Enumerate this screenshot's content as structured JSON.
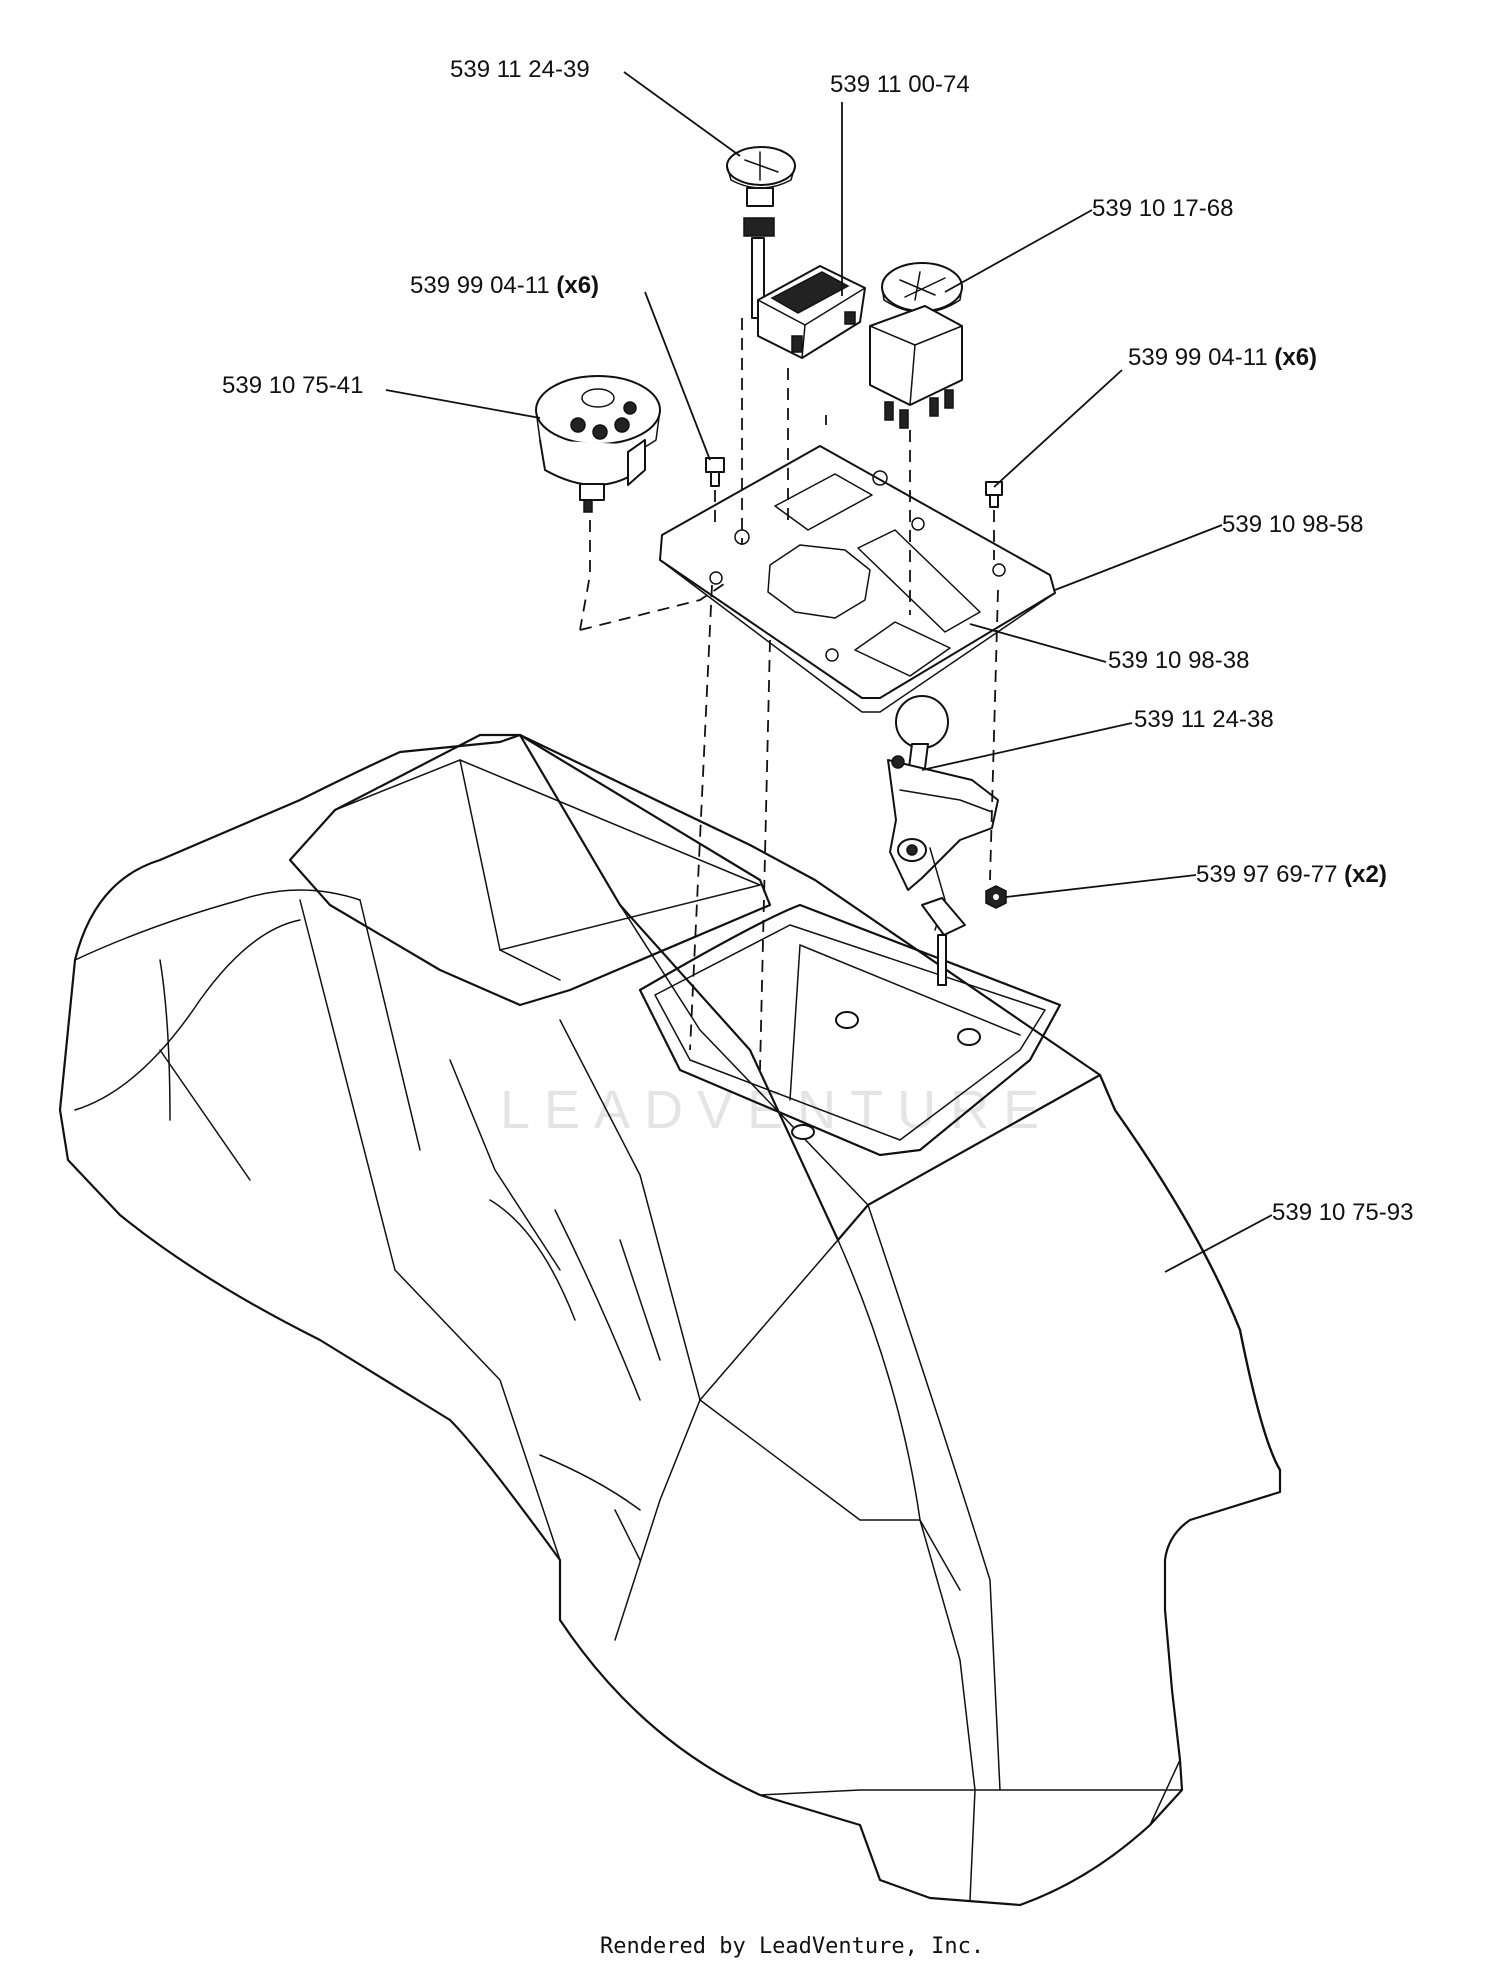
{
  "diagram": {
    "callouts": [
      {
        "id": "ignition-knob",
        "part": "539 11 24-39",
        "qty": ""
      },
      {
        "id": "rocker-switch",
        "part": "539 11 00-74",
        "qty": ""
      },
      {
        "id": "pto-switch",
        "part": "539 10 17-68",
        "qty": ""
      },
      {
        "id": "screw-left",
        "part": "539 99 04-11",
        "qty": "(x6)"
      },
      {
        "id": "screw-right",
        "part": "539 99 04-11",
        "qty": "(x6)"
      },
      {
        "id": "ignition-switch",
        "part": "539 10 75-41",
        "qty": ""
      },
      {
        "id": "control-panel",
        "part": "539 10 98-58",
        "qty": ""
      },
      {
        "id": "panel-slot",
        "part": "539 10 98-38",
        "qty": ""
      },
      {
        "id": "throttle-lever",
        "part": "539 11 24-38",
        "qty": ""
      },
      {
        "id": "nut",
        "part": "539 97 69-77",
        "qty": "(x2)"
      },
      {
        "id": "console-cover",
        "part": "539 10 75-93",
        "qty": ""
      }
    ],
    "watermark": "LEADVENTURE",
    "footer": "Rendered by LeadVenture, Inc.",
    "colors": {
      "ink": "#111111",
      "background": "#ffffff",
      "watermark": "#e4e4e4"
    }
  }
}
